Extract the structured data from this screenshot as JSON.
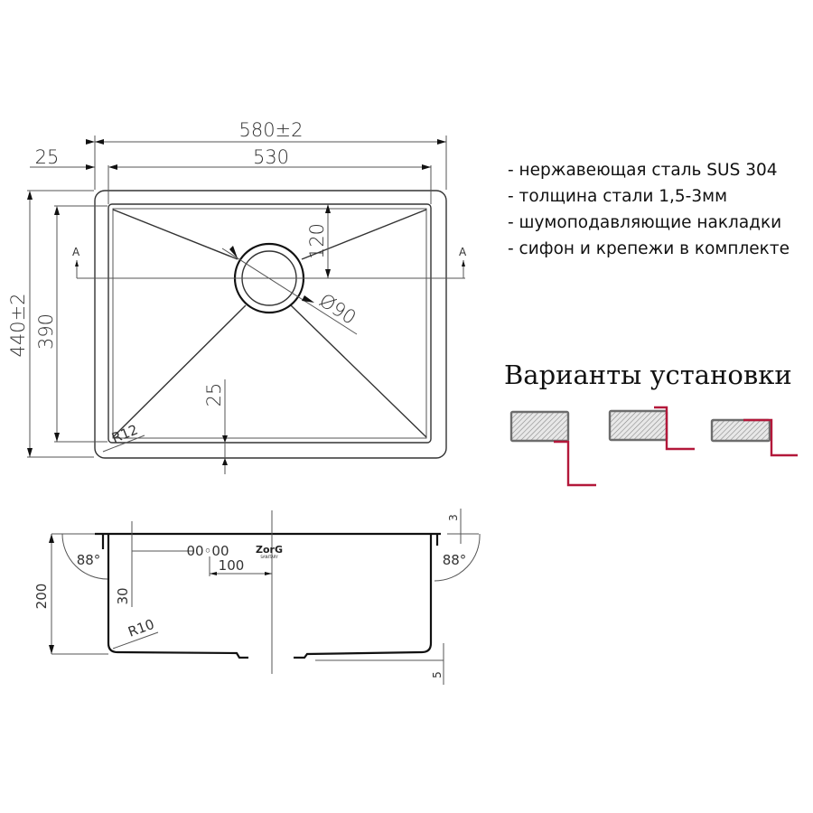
{
  "top_view": {
    "overall_width": "580±2",
    "bowl_width": "530",
    "flange_offset": "25",
    "overall_depth": "440±2",
    "bowl_depth": "390",
    "drain_offset": "120",
    "drain_diameter": "Ø90",
    "bottom_margin": "25",
    "corner_radius": "R12",
    "section_marker_left": "A",
    "section_marker_right": "A"
  },
  "section_view": {
    "angle_left": "88°",
    "angle_right": "88°",
    "depth": "200",
    "overflow_offset": "30",
    "overflow_distance": "100",
    "rim_thickness": "3",
    "bottom_radius": "R10",
    "bottom_clearance": "5",
    "overflow_glyph": "00◦00",
    "logo_text": "ZorG",
    "logo_subtext": "SANITARY"
  },
  "specs": {
    "items": [
      "- нержавеющая сталь SUS 304",
      "- толщина стали 1,5-3мм",
      "- шумоподавляющие накладки",
      "- сифон и крепежи в комплекте"
    ]
  },
  "installation": {
    "title": "Варианты установки",
    "variants": [
      "undermount",
      "flush-mount",
      "overmount"
    ],
    "colors": {
      "profile": "#b3183a",
      "countertop": "#6d6d6d"
    }
  }
}
